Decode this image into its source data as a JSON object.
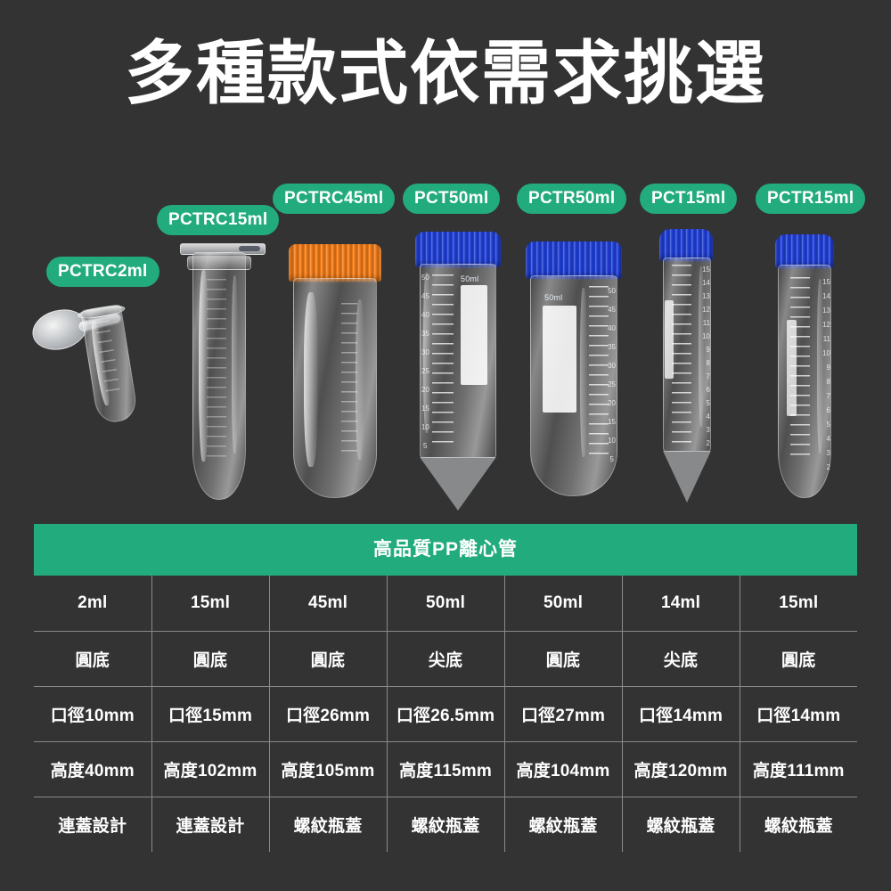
{
  "page": {
    "title": "多種款式依需求挑選",
    "background_color": "#333333",
    "accent_green": "#22ab7d",
    "cap_blue": "#1f3fd8",
    "cap_orange": "#f37a14"
  },
  "products": [
    {
      "badge": "PCTRC2ml",
      "cap_color": "none",
      "cap_type_icon": "flip-cap-icon",
      "bottom": "round"
    },
    {
      "badge": "PCTRC15ml",
      "cap_color": "none",
      "cap_type_icon": "flip-cap-icon",
      "bottom": "round"
    },
    {
      "badge": "PCTRC45ml",
      "cap_color": "#f37a14",
      "cap_type_icon": "screw-cap-icon",
      "bottom": "round"
    },
    {
      "badge": "PCT50ml",
      "cap_color": "#1f3fd8",
      "cap_type_icon": "screw-cap-icon",
      "bottom": "conical",
      "panel_label": "50ml",
      "scale_numbers": [
        "50",
        "45",
        "40",
        "35",
        "30",
        "25",
        "20",
        "15",
        "10",
        "5"
      ]
    },
    {
      "badge": "PCTR50ml",
      "cap_color": "#1f3fd8",
      "cap_type_icon": "screw-cap-icon",
      "bottom": "round",
      "panel_label": "50ml",
      "scale_numbers": [
        "50",
        "45",
        "40",
        "35",
        "30",
        "25",
        "20",
        "15",
        "10",
        "5"
      ]
    },
    {
      "badge": "PCT15ml",
      "cap_color": "#1f3fd8",
      "cap_type_icon": "screw-cap-icon",
      "bottom": "conical",
      "scale_numbers": [
        "15",
        "14",
        "13",
        "12",
        "11",
        "10",
        "9",
        "8",
        "7",
        "6",
        "5",
        "4",
        "3",
        "2"
      ]
    },
    {
      "badge": "PCTR15ml",
      "cap_color": "#1f3fd8",
      "cap_type_icon": "screw-cap-icon",
      "bottom": "round",
      "scale_numbers": [
        "15",
        "14",
        "13",
        "12",
        "11",
        "10",
        "9",
        "8",
        "7",
        "6",
        "5",
        "4",
        "3",
        "2"
      ]
    }
  ],
  "table": {
    "header": "高品質PP離心管",
    "rows": [
      {
        "key": "volume",
        "cells": [
          "2ml",
          "15ml",
          "45ml",
          "50ml",
          "50ml",
          "14ml",
          "15ml"
        ]
      },
      {
        "key": "bottom_shape",
        "cells": [
          "圓底",
          "圓底",
          "圓底",
          "尖底",
          "圓底",
          "尖底",
          "圓底"
        ]
      },
      {
        "key": "mouth_diameter",
        "cells": [
          "口徑10mm",
          "口徑15mm",
          "口徑26mm",
          "口徑26.5mm",
          "口徑27mm",
          "口徑14mm",
          "口徑14mm"
        ]
      },
      {
        "key": "height",
        "cells": [
          "高度40mm",
          "高度102mm",
          "高度105mm",
          "高度115mm",
          "高度104mm",
          "高度120mm",
          "高度111mm"
        ]
      },
      {
        "key": "cap_design",
        "cells": [
          "連蓋設計",
          "連蓋設計",
          "螺紋瓶蓋",
          "螺紋瓶蓋",
          "螺紋瓶蓋",
          "螺紋瓶蓋",
          "螺紋瓶蓋"
        ]
      }
    ]
  }
}
